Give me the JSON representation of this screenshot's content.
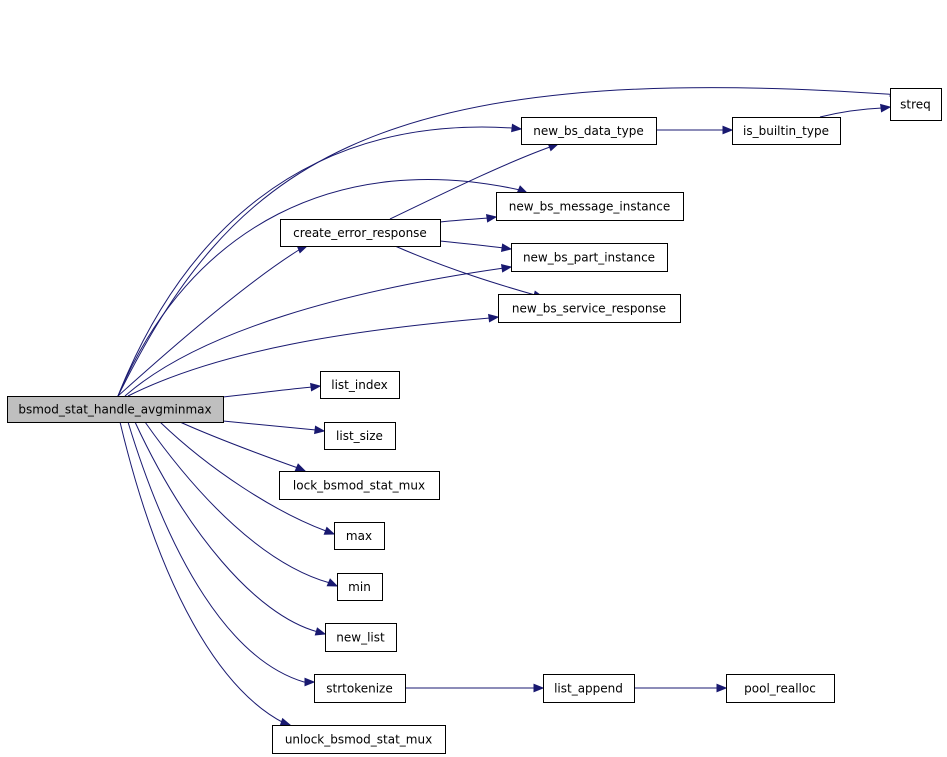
{
  "diagram": {
    "type": "call-graph",
    "colors": {
      "edge": "#191970",
      "root_fill": "#bfbfbf",
      "node_fill": "#ffffff",
      "border": "#000000"
    },
    "nodes": {
      "root": "bsmod_stat_handle_avgminmax",
      "streq": "streq",
      "new_bs_data_type": "new_bs_data_type",
      "is_builtin_type": "is_builtin_type",
      "new_bs_message_instance": "new_bs_message_instance",
      "create_error_response": "create_error_response",
      "new_bs_part_instance": "new_bs_part_instance",
      "new_bs_service_response": "new_bs_service_response",
      "list_index": "list_index",
      "list_size": "list_size",
      "lock_bsmod_stat_mux": "lock_bsmod_stat_mux",
      "max": "max",
      "min": "min",
      "new_list": "new_list",
      "strtokenize": "strtokenize",
      "list_append": "list_append",
      "pool_realloc": "pool_realloc",
      "unlock_bsmod_stat_mux": "unlock_bsmod_stat_mux"
    },
    "edges": [
      [
        "root",
        "streq"
      ],
      [
        "root",
        "new_bs_data_type"
      ],
      [
        "root",
        "new_bs_message_instance"
      ],
      [
        "root",
        "create_error_response"
      ],
      [
        "root",
        "new_bs_part_instance"
      ],
      [
        "root",
        "new_bs_service_response"
      ],
      [
        "root",
        "list_index"
      ],
      [
        "root",
        "list_size"
      ],
      [
        "root",
        "lock_bsmod_stat_mux"
      ],
      [
        "root",
        "max"
      ],
      [
        "root",
        "min"
      ],
      [
        "root",
        "new_list"
      ],
      [
        "root",
        "strtokenize"
      ],
      [
        "root",
        "unlock_bsmod_stat_mux"
      ],
      [
        "create_error_response",
        "new_bs_data_type"
      ],
      [
        "create_error_response",
        "new_bs_message_instance"
      ],
      [
        "create_error_response",
        "new_bs_part_instance"
      ],
      [
        "create_error_response",
        "new_bs_service_response"
      ],
      [
        "new_bs_data_type",
        "is_builtin_type"
      ],
      [
        "is_builtin_type",
        "streq"
      ],
      [
        "strtokenize",
        "list_append"
      ],
      [
        "list_append",
        "pool_realloc"
      ]
    ]
  }
}
